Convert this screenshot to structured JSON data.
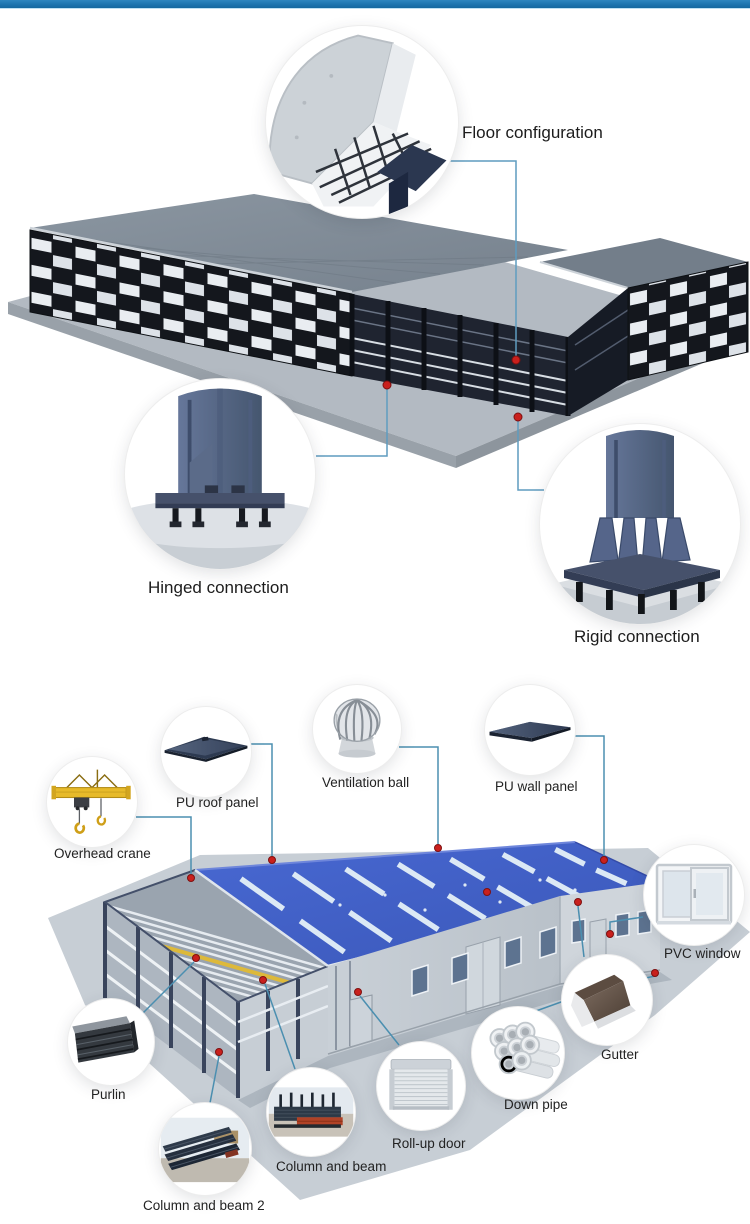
{
  "page": {
    "top_bar_color": "#1d74af",
    "background": "#ffffff"
  },
  "top_section": {
    "callouts": [
      {
        "id": "floor-configuration",
        "label": "Floor configuration"
      },
      {
        "id": "hinged-connection",
        "label": "Hinged connection"
      },
      {
        "id": "rigid-connection",
        "label": "Rigid connection"
      }
    ]
  },
  "bottom_section": {
    "callouts": [
      {
        "id": "pu-roof-panel",
        "label": "PU roof panel"
      },
      {
        "id": "ventilation-ball",
        "label": "Ventilation ball"
      },
      {
        "id": "pu-wall-panel",
        "label": "PU wall panel"
      },
      {
        "id": "overhead-crane",
        "label": "Overhead crane"
      },
      {
        "id": "pvc-window",
        "label": "PVC window"
      },
      {
        "id": "gutter",
        "label": "Gutter"
      },
      {
        "id": "purlin",
        "label": "Purlin"
      },
      {
        "id": "down-pipe",
        "label": "Down pipe"
      },
      {
        "id": "roll-up-door",
        "label": "Roll-up door"
      },
      {
        "id": "column-and-beam",
        "label": "Column and beam"
      },
      {
        "id": "column-and-beam-2",
        "label": "Column and beam 2"
      }
    ]
  },
  "colors": {
    "accent_bar": "#1d74af",
    "callout_line": "#4b8fb0",
    "marker_dot": "#c9201d",
    "roof_blue": "#4060c4",
    "label_text": "#222222"
  }
}
